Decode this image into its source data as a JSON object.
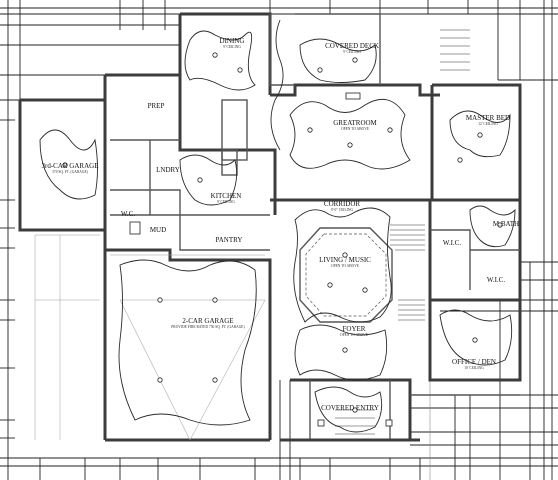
{
  "rooms": [
    {
      "id": "dining",
      "label": "DINING",
      "sub": "9' CEILING"
    },
    {
      "id": "covered-deck",
      "label": "COVERED DECK",
      "sub": "9' CEILING"
    },
    {
      "id": "prep",
      "label": "PREP",
      "sub": ""
    },
    {
      "id": "greatroom",
      "label": "GREATROOM",
      "sub": "OPEN TO ABOVE"
    },
    {
      "id": "master-bed",
      "label": "MASTER BED",
      "sub": "12' CEILING"
    },
    {
      "id": "third-car-garage",
      "label": "3rd-CAR GARAGE",
      "sub": "370 SQ. FT. (GARAGE)"
    },
    {
      "id": "laundry",
      "label": "LNDRY",
      "sub": ""
    },
    {
      "id": "kitchen",
      "label": "KITCHEN",
      "sub": "9' CEILING"
    },
    {
      "id": "corridor",
      "label": "CORRIDOR",
      "sub": "9'-0\" CEILING"
    },
    {
      "id": "wc-left",
      "label": "W.C.",
      "sub": ""
    },
    {
      "id": "mud",
      "label": "MUD",
      "sub": ""
    },
    {
      "id": "pantry",
      "label": "PANTRY",
      "sub": ""
    },
    {
      "id": "living-music",
      "label": "LIVING / MUSIC",
      "sub": "OPEN TO ABOVE"
    },
    {
      "id": "m-bath",
      "label": "M.BATH",
      "sub": ""
    },
    {
      "id": "wic-1",
      "label": "W.I.C.",
      "sub": ""
    },
    {
      "id": "wic-2",
      "label": "W.I.C.",
      "sub": ""
    },
    {
      "id": "two-car-garage",
      "label": "2-CAR GARAGE",
      "sub": "PROVIDE FIRE RATED\n750 SQ. FT. (GARAGE)"
    },
    {
      "id": "foyer",
      "label": "FOYER",
      "sub": "OPEN TO ABOVE"
    },
    {
      "id": "office-den",
      "label": "OFFICE / DEN",
      "sub": "10' CEILING"
    },
    {
      "id": "covered-entry",
      "label": "COVERED ENTRY",
      "sub": ""
    }
  ]
}
